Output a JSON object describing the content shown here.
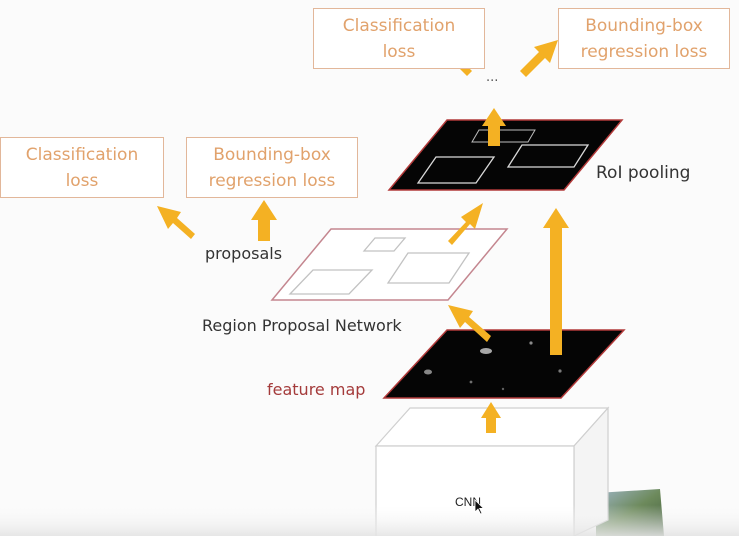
{
  "diagram": {
    "upper_classification_loss": "Classification\nloss",
    "upper_bbox_regression_loss": "Bounding-box\nregression loss",
    "lower_classification_loss": "Classification\nloss",
    "lower_bbox_regression_loss": "Bounding-box\nregression loss",
    "ellipsis": "...",
    "roi_pooling_label": "RoI pooling",
    "proposals_label": "proposals",
    "rpn_label": "Region Proposal Network",
    "feature_map_label": "feature map",
    "cnn_label": "CNN"
  },
  "colors": {
    "arrow": "#f4b123",
    "box_border": "#e2b79a",
    "box_text": "#e1a26c",
    "plane_border": "#b23a3a",
    "feature_map_text": "#a43b3b"
  }
}
